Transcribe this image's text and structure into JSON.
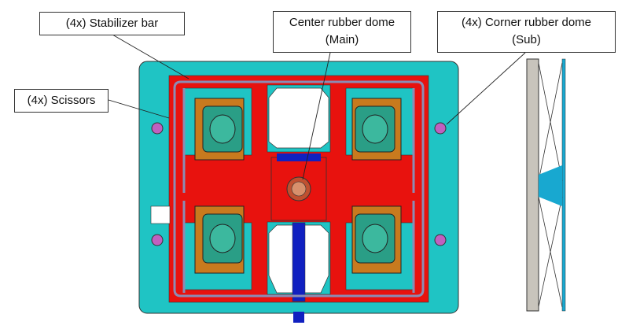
{
  "labels": {
    "stabilizer": "(4x) Stabilizer bar",
    "scissors": "(4x) Scissors",
    "center_dome_line1": "Center rubber dome",
    "center_dome_line2": "(Main)",
    "corner_dome_line1": "(4x) Corner rubber dome",
    "corner_dome_line2": "(Sub)"
  },
  "colors": {
    "plate": "#1fc4c4",
    "frame": "#e8120e",
    "scissor": "#2a9e86",
    "keycap_base": "#c87a1e",
    "stabilizer": "#8c8cb4",
    "center_bar": "#1020c0",
    "side_gray": "#c8c4bc",
    "side_blue": "#18a8d0"
  }
}
